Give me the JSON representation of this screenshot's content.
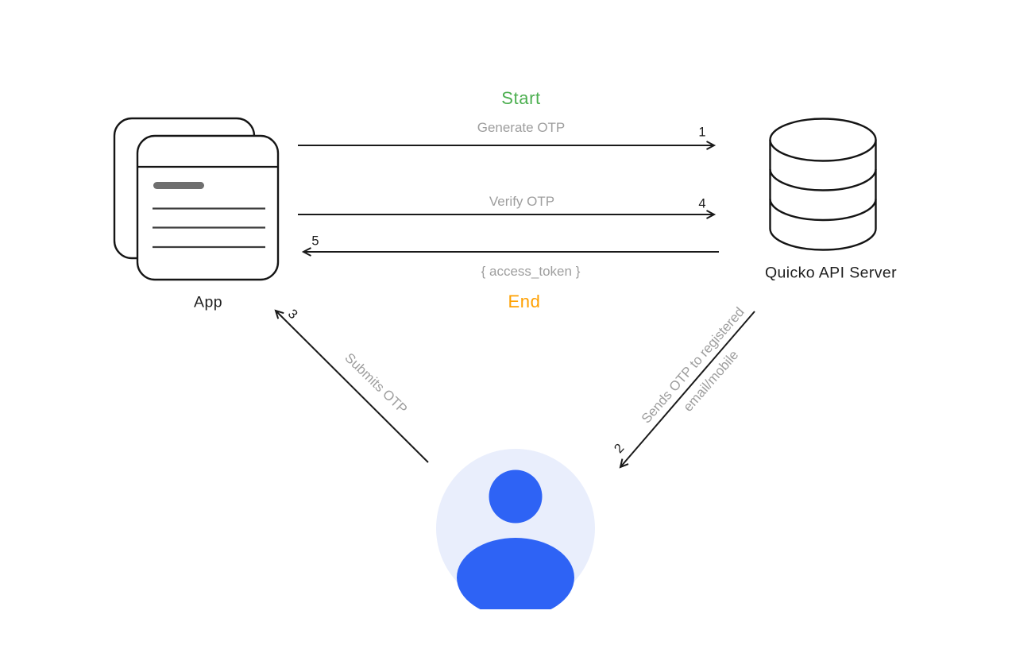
{
  "diagram": {
    "type": "sequence-flow",
    "start_label": "Start",
    "end_label": "End"
  },
  "nodes": {
    "app": {
      "label": "App",
      "icon": "app-window-stack-icon"
    },
    "server": {
      "label": "Quicko API Server",
      "icon": "database-icon"
    },
    "user": {
      "icon": "person-avatar-icon"
    }
  },
  "messages": {
    "generate_otp": {
      "step": "1",
      "label": "Generate OTP",
      "from": "App",
      "to": "Quicko API Server"
    },
    "sends_otp": {
      "step": "2",
      "label_line1": "Sends OTP to registered",
      "label_line2": "email/mobile",
      "from": "Quicko API Server",
      "to": "User"
    },
    "submits_otp": {
      "step": "3",
      "label": "Submits OTP",
      "from": "User",
      "to": "App"
    },
    "verify_otp": {
      "step": "4",
      "label": "Verify OTP",
      "from": "App",
      "to": "Quicko API Server"
    },
    "access_token": {
      "step": "5",
      "label": "{ access_token }",
      "from": "Quicko API Server",
      "to": "App"
    }
  },
  "colors": {
    "green": "#4caf50",
    "orange": "#ffa000",
    "blue": "#2e63f5",
    "blue-bg": "#e9eefc",
    "muted": "#9e9e9e",
    "ink": "#1a1a1a",
    "bar-gray": "#6f6f6f"
  }
}
